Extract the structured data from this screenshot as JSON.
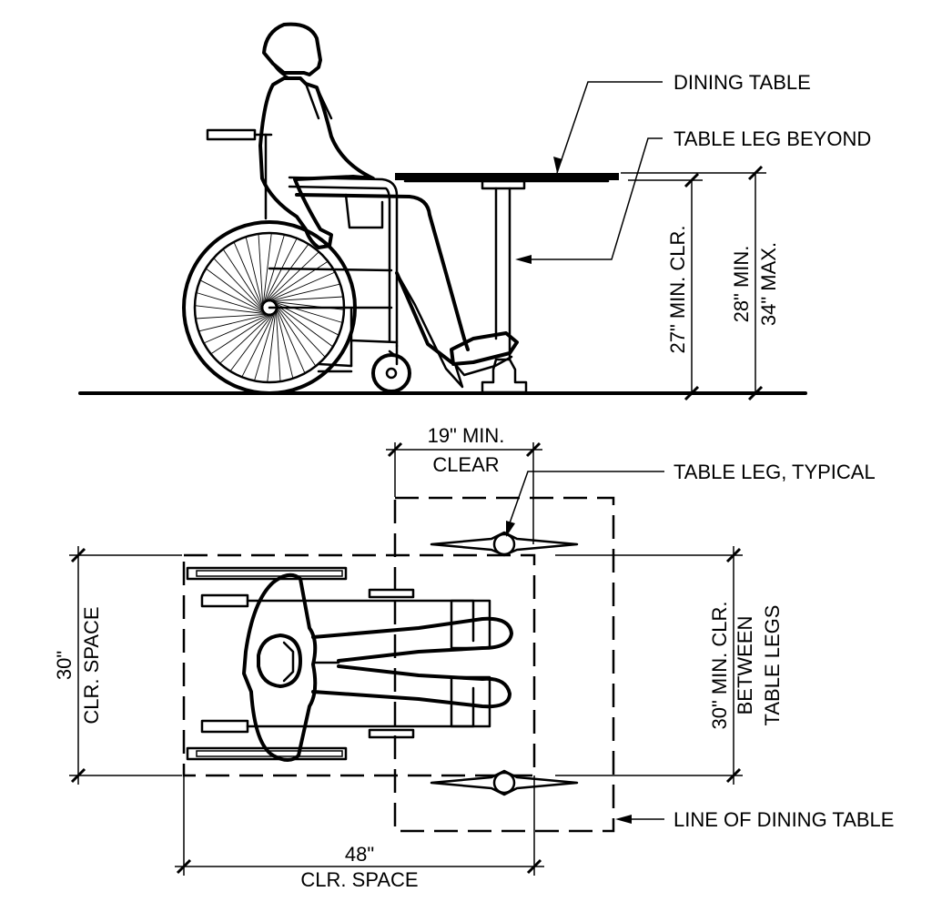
{
  "labels": {
    "dining_table": "DINING TABLE",
    "table_leg_beyond": "TABLE LEG BEYOND",
    "table_leg_typical": "TABLE LEG, TYPICAL",
    "line_of_dining_table": "LINE OF DINING TABLE"
  },
  "dimensions": {
    "knee_clearance": "27\" MIN. CLR.",
    "table_height_min": "28\" MIN.",
    "table_height_max": "34\" MAX.",
    "toe_clear_value": "19\" MIN.",
    "toe_clear_label": "CLEAR",
    "leg_clear_value": "30\" MIN. CLR.",
    "leg_clear_label_1": "BETWEEN",
    "leg_clear_label_2": "TABLE LEGS",
    "width_value": "30\"",
    "width_label": "CLR. SPACE",
    "depth_value": "48\"",
    "depth_label": "CLR. SPACE"
  }
}
